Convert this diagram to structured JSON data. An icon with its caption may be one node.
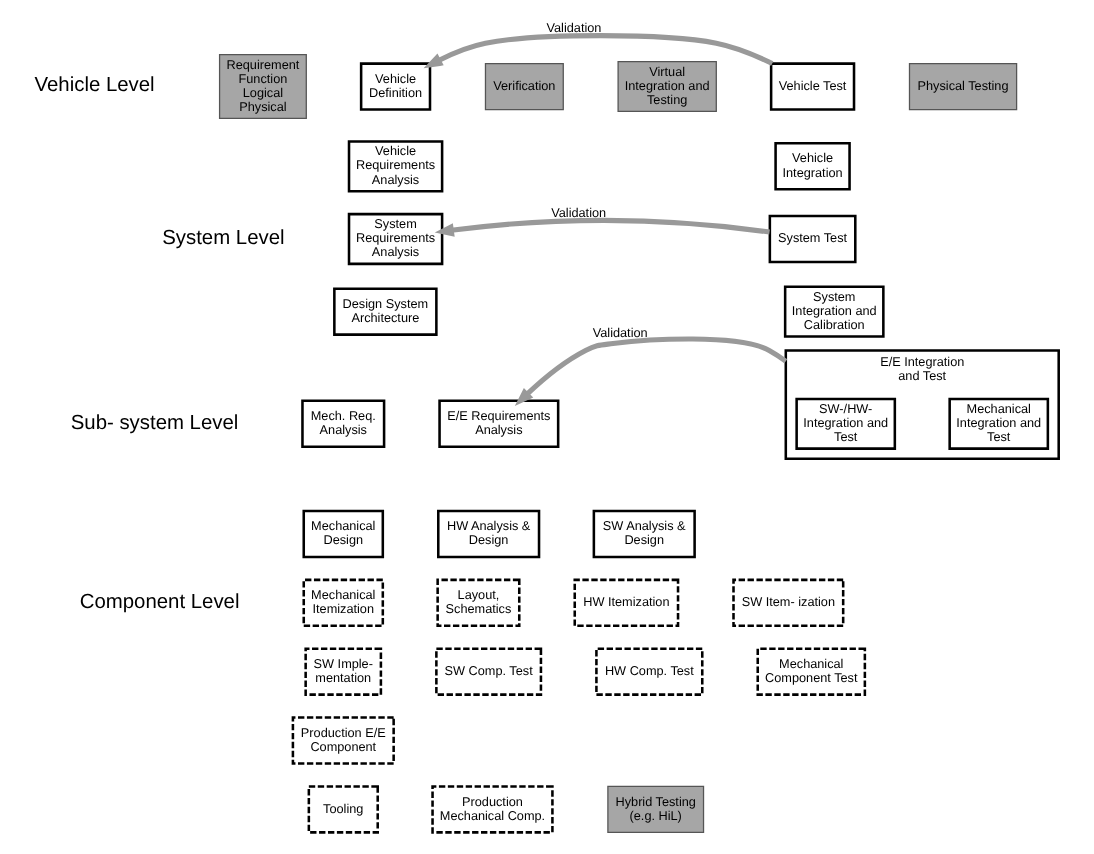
{
  "diagram": {
    "nodes": [
      {
        "text": [
          "Vehicle Definition"
        ]
      },
      {
        "text": [
          "Vehicle Requirements Analysis"
        ]
      },
      {
        "text": [
          "System Requirements Analysis"
        ]
      },
      {
        "text": [
          "Design System Architecture"
        ]
      },
      {
        "text": [
          "Mech. Req. Analysis"
        ]
      },
      {
        "text": [
          "E/E Requirements Analysis"
        ]
      },
      {
        "text": [
          "Mechanical Design"
        ]
      },
      {
        "text": [
          "HW Analysis & Design"
        ]
      },
      {
        "text": [
          "SW Analysis & Design"
        ]
      },
      {
        "text": [
          "Mechanical Itemization"
        ]
      },
      {
        "text": [
          "Layout, Schematics"
        ]
      },
      {
        "text": [
          "HW Itemization"
        ]
      },
      {
        "text": [
          "SW Item- ization"
        ]
      },
      {
        "text": [
          "SW Imple- mentation"
        ]
      },
      {
        "text": [
          "SW Comp. Test"
        ]
      },
      {
        "text": [
          "HW Comp. Test"
        ]
      },
      {
        "text": [
          "Production E/E Component"
        ]
      },
      {
        "text": [
          "Mechanical Component Test"
        ]
      },
      {
        "text": [
          "Tooling"
        ]
      },
      {
        "text": [
          "Production Mechanical Comp."
        ]
      },
      {
        "text": [
          "Vehicle Test"
        ]
      },
      {
        "text": [
          "Vehicle Integration"
        ]
      },
      {
        "text": [
          "System Test"
        ]
      },
      {
        "text": [
          "System Integration and Calibration"
        ]
      },
      {
        "text": [
          "E/E Integration and Test"
        ]
      },
      {
        "text": [
          "SW-/HW- Integration and Test"
        ],
        "in": 24
      },
      {
        "text": [
          "Mechanical Integration and Test"
        ],
        "in": 24
      },
      {
        "text": [
          "Requirement",
          "Function",
          "Logical",
          "Physical"
        ]
      },
      {
        "text": [
          "Verification"
        ]
      },
      {
        "text": [
          "Virtual Integration and Testing"
        ]
      },
      {
        "text": [
          "Physical Testing"
        ]
      },
      {
        "text": [
          "Hybrid Testing (e.g. HiL)"
        ]
      }
    ],
    "edges": [
      {
        "from": 20,
        "to": 0,
        "arrow": "to",
        "label": "Validation"
      },
      {
        "from": 22,
        "to": 2,
        "arrow": "to",
        "label": "Validation"
      },
      {
        "from": 24,
        "to": 5,
        "arrow": "to",
        "label": "Validation"
      }
    ],
    "labels": [
      "Vehicle Level",
      "System Level",
      "Sub- system Level",
      "Component Level"
    ]
  }
}
